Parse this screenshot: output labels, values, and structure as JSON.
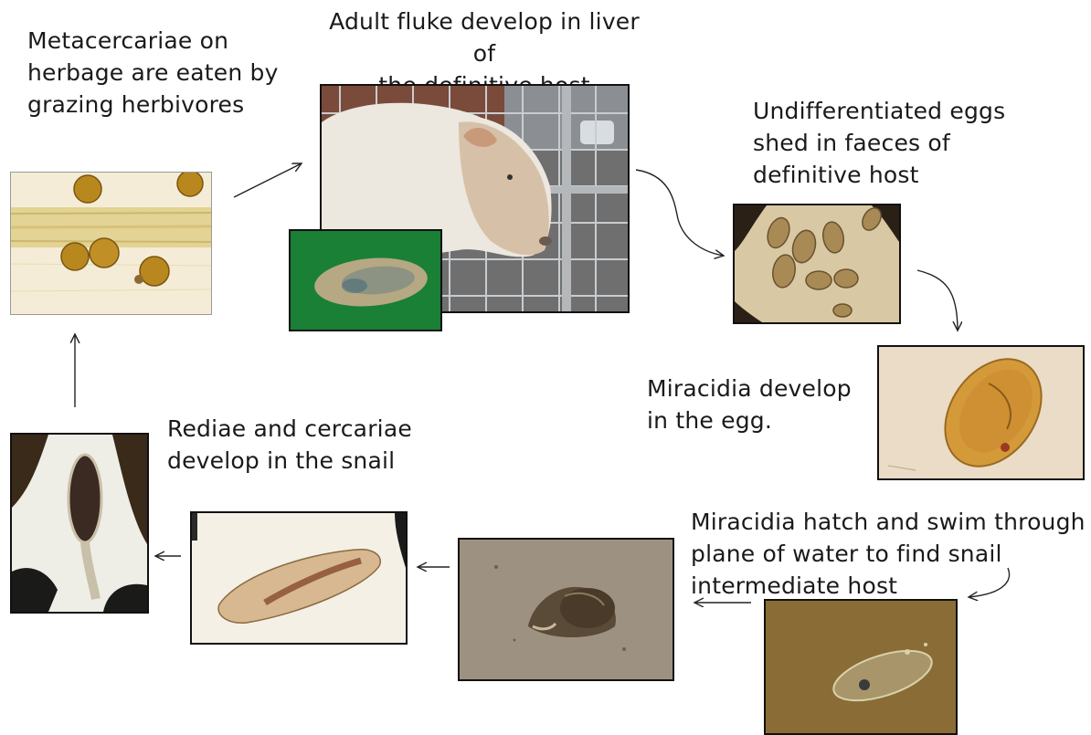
{
  "labels": {
    "metacercariae": "Metacercariae on\nherbage are eaten by\ngrazing herbivores",
    "adult_fluke": "Adult fluke develop in liver of\nthe definitive host",
    "eggs_shed": "Undifferentiated eggs\nshed in faeces of\ndefinitive host",
    "miracidia_develop": "Miracidia develop\n in the egg.",
    "miracidia_hatch": "Miracidia hatch and swim through\nplane of water to find snail\nintermediate host",
    "rediae": "Rediae and cercariae\n develop in the snail"
  },
  "colors": {
    "background": "#ffffff",
    "arrow": "#222222",
    "micro_beige": "#d9c8a4",
    "cyst_gold": "#b8871e",
    "liver_green": "#1f8a3c",
    "egg_orange": "#d49a3a",
    "wool": "#ece7df"
  }
}
